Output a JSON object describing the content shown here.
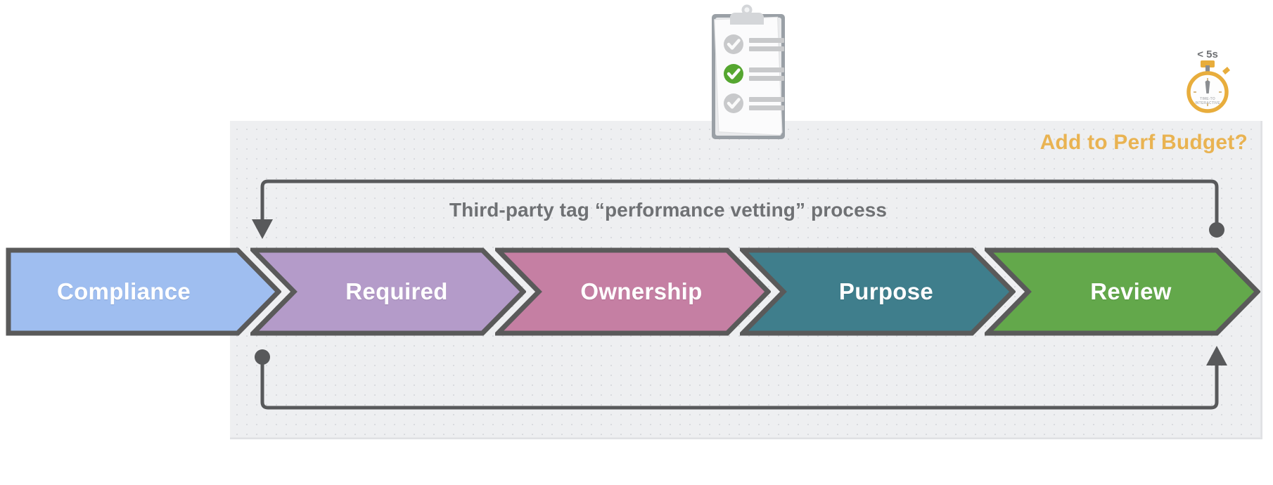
{
  "diagram": {
    "title": "Third-party tag “performance vetting” process",
    "budget_label": "Add to Perf Budget?",
    "budget_color": "#e9b352",
    "panel_bg": "#eeeff1",
    "connector_color": "#58595b",
    "steps": [
      {
        "label": "Compliance",
        "color": "#9fbef0"
      },
      {
        "label": "Required",
        "color": "#b49bc9"
      },
      {
        "label": "Ownership",
        "color": "#c57fa3"
      },
      {
        "label": "Purpose",
        "color": "#3f7e8c"
      },
      {
        "label": "Review",
        "color": "#63a84b"
      }
    ]
  },
  "clipboard": {
    "icon": "clipboard-checklist-icon",
    "checked_color": "#55a630",
    "unchecked_color": "#c8c9cb",
    "items": [
      {
        "state": "unchecked"
      },
      {
        "state": "checked"
      },
      {
        "state": "unchecked"
      }
    ]
  },
  "stopwatch": {
    "icon": "stopwatch-icon",
    "threshold": "< 5s",
    "dial_line1": "TIME-TO",
    "dial_line2": "INTERACTIVE",
    "color": "#e8ad3c"
  },
  "loops": {
    "top": {
      "start_marker": "arrowhead-down",
      "end_marker": "dot"
    },
    "bottom": {
      "start_marker": "dot",
      "end_marker": "arrowhead-up"
    }
  }
}
